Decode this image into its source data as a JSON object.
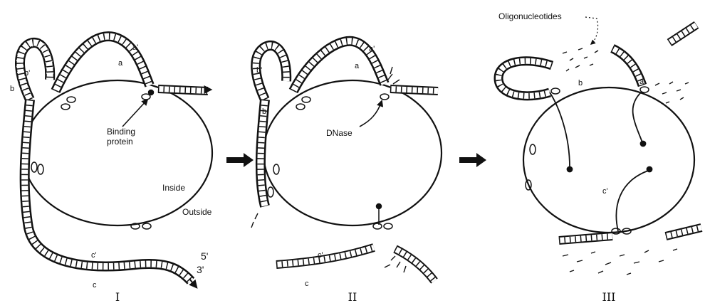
{
  "panels": [
    {
      "numeral": "I",
      "labels": {
        "binding_protein": "Binding\nprotein",
        "inside": "Inside",
        "outside": "Outside",
        "five_prime": "5'",
        "three_prime": "3'",
        "a": "a",
        "a_prime": "a'",
        "b": "b",
        "b_prime": "b'",
        "c": "c",
        "c_prime": "c'"
      }
    },
    {
      "numeral": "II",
      "labels": {
        "dnase": "DNase",
        "a": "a",
        "a_prime": "a'",
        "b": "b",
        "b_prime": "b'",
        "c": "c",
        "c_prime": "c'"
      }
    },
    {
      "numeral": "III",
      "labels": {
        "oligonucleotides": "Oligonucleotides",
        "a": "a",
        "b": "b",
        "c_prime": "c'"
      }
    }
  ],
  "colors": {
    "ink": "#111111",
    "background": "#ffffff"
  }
}
